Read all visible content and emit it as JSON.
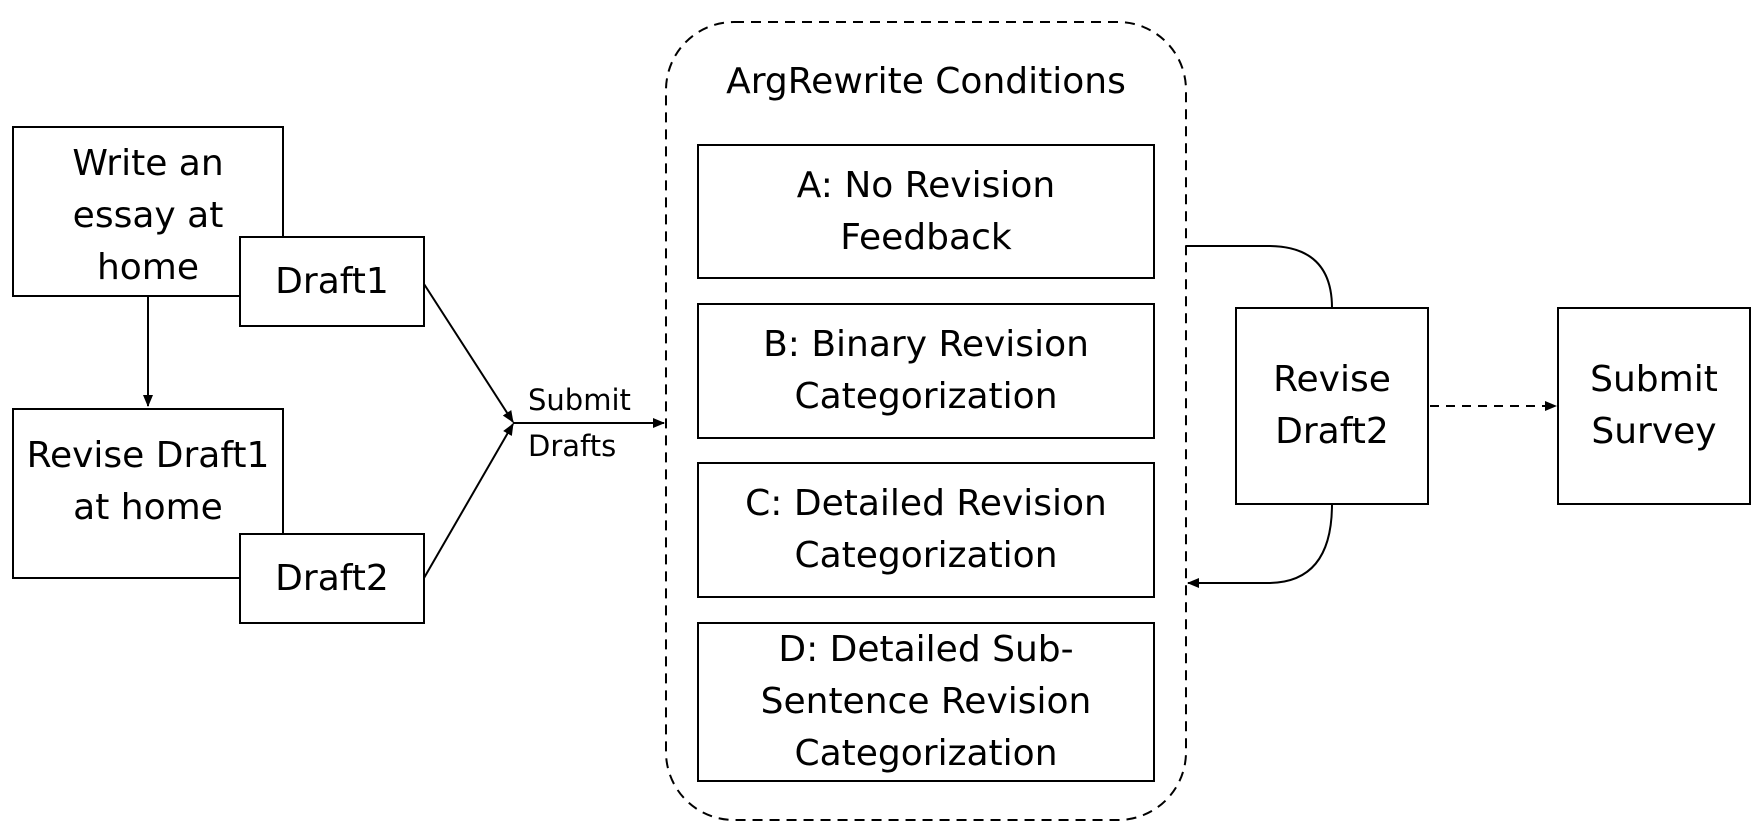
{
  "nodes": {
    "write_essay": "Write an\nessay at\nhome",
    "draft1": "Draft1",
    "revise_draft1": "Revise Draft1\nat home",
    "draft2": "Draft2",
    "condition_a": "A: No Revision\nFeedback",
    "condition_b": "B: Binary Revision\nCategorization",
    "condition_c": "C: Detailed Revision\nCategorization",
    "condition_d": "D: Detailed Sub-\nSentence Revision\nCategorization",
    "revise_draft2": "Revise\nDraft2",
    "submit_survey": "Submit\nSurvey"
  },
  "group": {
    "title": "ArgRewrite Conditions"
  },
  "edge_labels": {
    "submit_drafts": "Submit\nDrafts"
  }
}
